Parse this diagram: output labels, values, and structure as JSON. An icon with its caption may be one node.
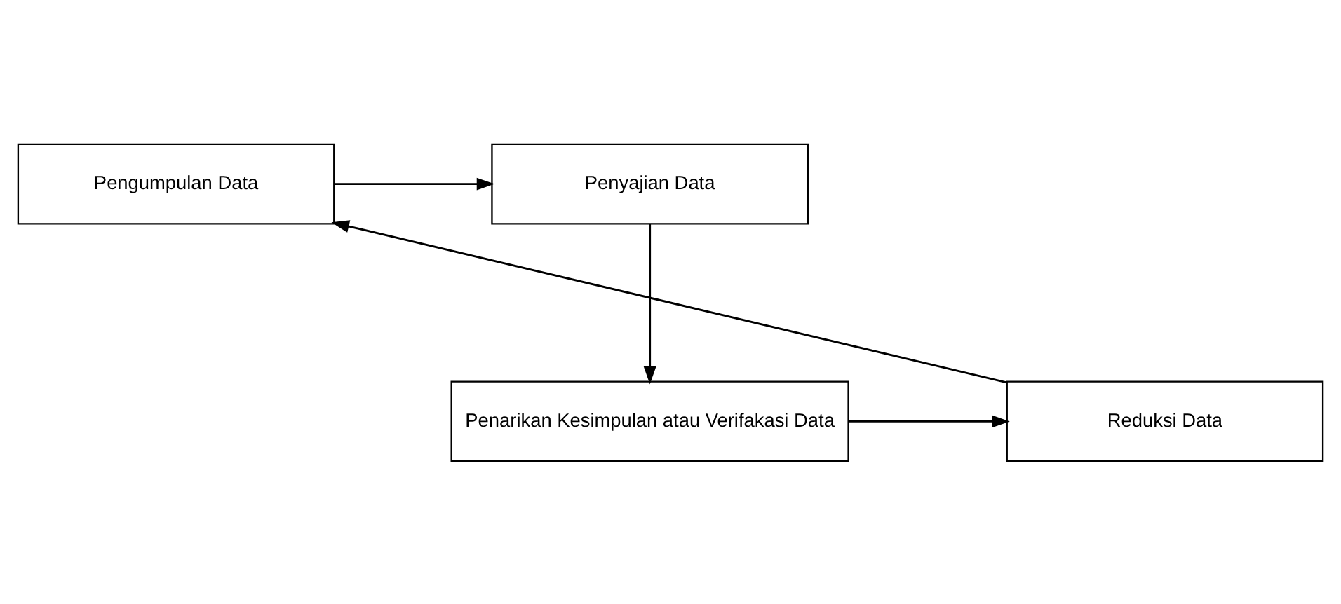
{
  "diagram": {
    "nodes": [
      {
        "text": [
          "Pengumpulan Data"
        ]
      },
      {
        "text": [
          "Penyajian Data"
        ]
      },
      {
        "text": [
          "Penarikan Kesimpulan atau Verifakasi Data"
        ]
      },
      {
        "text": [
          "Reduksi Data"
        ]
      }
    ],
    "edges": [
      {
        "from": 0,
        "to": 1,
        "arrow": "to"
      },
      {
        "from": 1,
        "to": 2,
        "arrow": "to"
      },
      {
        "from": 2,
        "to": 3,
        "arrow": "to"
      },
      {
        "from": 3,
        "to": 0,
        "arrow": "to"
      }
    ]
  }
}
